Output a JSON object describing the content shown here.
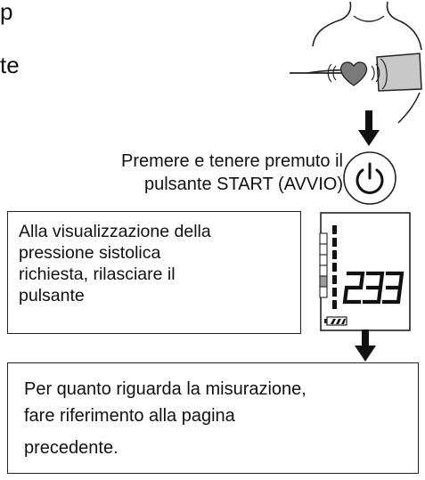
{
  "page": {
    "top_fragment": "p",
    "left_fragment": "te",
    "instruction": "Premere e tenere premuto il\npulsante START (AVVIO)",
    "box_release": "Alla visualizzazione della\npressione sistolica\nrichiesta, rilasciare il\npulsante",
    "box_measurement_lines": [
      "Per quanto riguarda la misurazione,",
      "fare riferimento alla pagina",
      "precedente."
    ],
    "display_value": "233"
  },
  "icons": {
    "power": "power-icon",
    "arrow": "arrow-down-icon",
    "battery": "battery-icon",
    "heart": "heart-icon"
  },
  "colors": {
    "heart": "#7a7a7a",
    "cuff": "#c8c8c8",
    "lcd_segment": "#111111",
    "pressure_bar_fill": "#9a9a9a"
  }
}
